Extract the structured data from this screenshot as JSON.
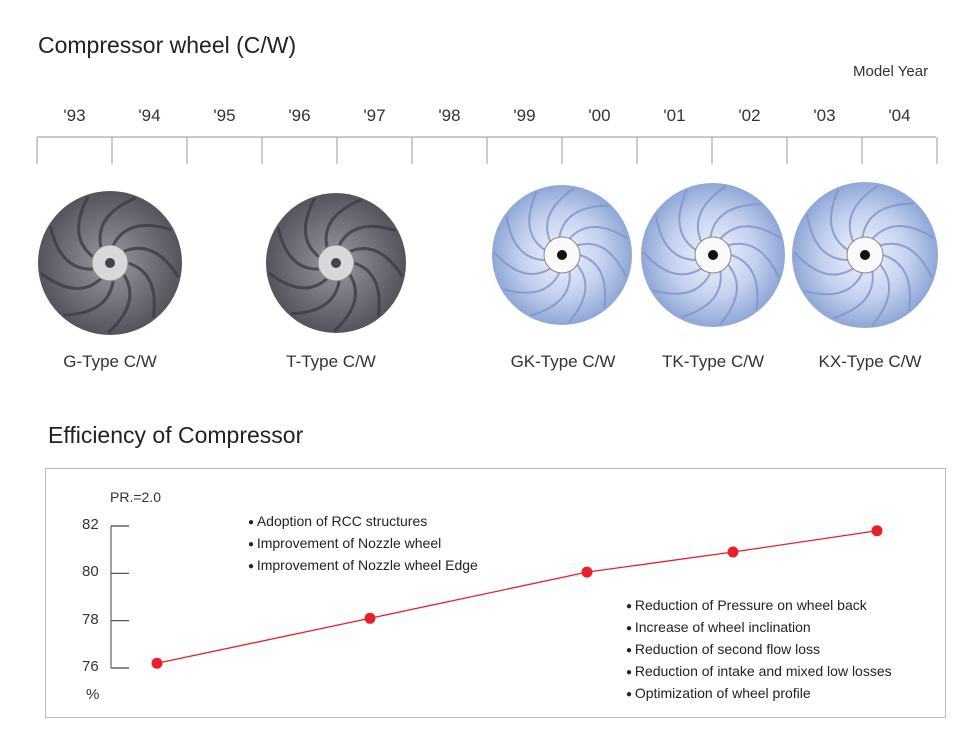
{
  "section1_title": "Compressor wheel (C/W)",
  "model_year_label": "Model Year",
  "years": [
    "'93",
    "'94",
    "'95",
    "'96",
    "'97",
    "'98",
    "'99",
    "'00",
    "'01",
    "'02",
    "'03",
    "'04"
  ],
  "wheels": [
    {
      "label": "G-Type C/W",
      "finish": "cast"
    },
    {
      "label": "T-Type C/W",
      "finish": "cast"
    },
    {
      "label": "GK-Type C/W",
      "finish": "machined"
    },
    {
      "label": "TK-Type C/W",
      "finish": "machined"
    },
    {
      "label": "KX-Type C/W",
      "finish": "machined"
    }
  ],
  "section2_title": "Efficiency of Compressor",
  "colors": {
    "line": "#e8202a",
    "cast": "#6e6c75",
    "machined": "#b9c8e6"
  },
  "chart_data": {
    "type": "line",
    "title": "Efficiency of Compressor",
    "subtitle": "PR.=2.0",
    "ylabel": "%",
    "yticks": [
      "82",
      "80",
      "78",
      "76"
    ],
    "ylim": [
      76,
      82
    ],
    "series": [
      {
        "name": "Efficiency",
        "values": [
          76.2,
          78.1,
          80.05,
          80.9,
          81.8
        ]
      }
    ],
    "grid": false,
    "annotations": {
      "upper": [
        "Adoption of RCC structures",
        "Improvement of Nozzle wheel",
        "Improvement of Nozzle wheel Edge"
      ],
      "lower": [
        "Reduction of Pressure on wheel back",
        "Increase of wheel inclination",
        "Reduction of second flow loss",
        "Reduction of intake and mixed low losses",
        "Optimization of wheel profile"
      ]
    }
  }
}
